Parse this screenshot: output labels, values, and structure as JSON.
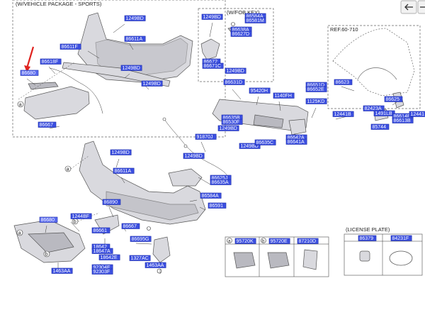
{
  "headings": {
    "package": "(W/VEHICLE PACKAGE - SPORTS)",
    "fob_key": "(W/FOB KEY)",
    "license_plate": "(LICENSE PLATE)",
    "ref": "REF.60-710"
  },
  "toolbar": {
    "back_icon": "arrow-left-icon",
    "forward_icon": "arrow-right-icon"
  },
  "circle_refs": {
    "a": "a",
    "b": "b"
  },
  "callouts": [
    {
      "id": "c1",
      "text": "1249BD"
    },
    {
      "id": "c2",
      "text": "86611F"
    },
    {
      "id": "c3",
      "text": "86611A"
    },
    {
      "id": "c4",
      "text": "1249BD"
    },
    {
      "id": "c5",
      "text": "1249BD"
    },
    {
      "id": "c6",
      "text": "86618F"
    },
    {
      "id": "c7",
      "text": "86667"
    },
    {
      "id": "c8",
      "text": "86680",
      "highlight": true
    },
    {
      "id": "c9",
      "text": "1249BD"
    },
    {
      "id": "c10",
      "text": "86584A"
    },
    {
      "id": "c11",
      "text": "86581M"
    },
    {
      "id": "c12",
      "text": "86638A"
    },
    {
      "id": "c13",
      "text": "86627D"
    },
    {
      "id": "c14",
      "text": "86672"
    },
    {
      "id": "c15",
      "text": "86671C"
    },
    {
      "id": "c16",
      "text": "1249BD"
    },
    {
      "id": "c17",
      "text": "86631D"
    },
    {
      "id": "c18",
      "text": "95420H"
    },
    {
      "id": "c19",
      "text": "1140FH"
    },
    {
      "id": "c20",
      "text": "1125KD"
    },
    {
      "id": "c21",
      "text": "86635B"
    },
    {
      "id": "c22",
      "text": "86530F"
    },
    {
      "id": "c23",
      "text": "1249BD"
    },
    {
      "id": "c24",
      "text": "91870J"
    },
    {
      "id": "c25",
      "text": "1249BD"
    },
    {
      "id": "c26",
      "text": "86635C"
    },
    {
      "id": "c27",
      "text": "86642A"
    },
    {
      "id": "c28",
      "text": "86641A"
    },
    {
      "id": "c29",
      "text": "86651D"
    },
    {
      "id": "c30",
      "text": "86652E"
    },
    {
      "id": "c31",
      "text": "86623"
    },
    {
      "id": "c32",
      "text": "12441B"
    },
    {
      "id": "c33",
      "text": "82423A"
    },
    {
      "id": "c34",
      "text": "86625"
    },
    {
      "id": "c35",
      "text": "1491LB"
    },
    {
      "id": "c36",
      "text": "86614E"
    },
    {
      "id": "c37",
      "text": "86613B"
    },
    {
      "id": "c38",
      "text": "12441"
    },
    {
      "id": "c39",
      "text": "85744"
    },
    {
      "id": "c40",
      "text": "1249BD"
    },
    {
      "id": "c41",
      "text": "86611A"
    },
    {
      "id": "c42",
      "text": "1249BD"
    },
    {
      "id": "c43",
      "text": "86625J"
    },
    {
      "id": "c44",
      "text": "86635A"
    },
    {
      "id": "c45",
      "text": "86584A"
    },
    {
      "id": "c46",
      "text": "86591"
    },
    {
      "id": "c47",
      "text": "86890"
    },
    {
      "id": "c48",
      "text": "1244BF"
    },
    {
      "id": "c49",
      "text": "86661"
    },
    {
      "id": "c50",
      "text": "86667"
    },
    {
      "id": "c51",
      "text": "86695G"
    },
    {
      "id": "c52",
      "text": "18642"
    },
    {
      "id": "c53",
      "text": "18647A"
    },
    {
      "id": "c54",
      "text": "18642E"
    },
    {
      "id": "c55",
      "text": "1327AC"
    },
    {
      "id": "c56",
      "text": "1463AA"
    },
    {
      "id": "c57",
      "text": "92304E"
    },
    {
      "id": "c58",
      "text": "92303F"
    },
    {
      "id": "c59",
      "text": "1463AA"
    },
    {
      "id": "c60",
      "text": "86680",
      "highlight": true
    }
  ],
  "legend": {
    "cells": [
      {
        "id": "l1",
        "text": "95720K"
      },
      {
        "id": "l2",
        "text": "95720E"
      },
      {
        "id": "l3",
        "text": "87210D"
      },
      {
        "id": "l4",
        "text": "86379"
      },
      {
        "id": "l5",
        "text": "84231F"
      }
    ]
  },
  "colors": {
    "callout": "#3b4fe0",
    "arrow": "#e0231f",
    "part": "#d9d9de"
  }
}
